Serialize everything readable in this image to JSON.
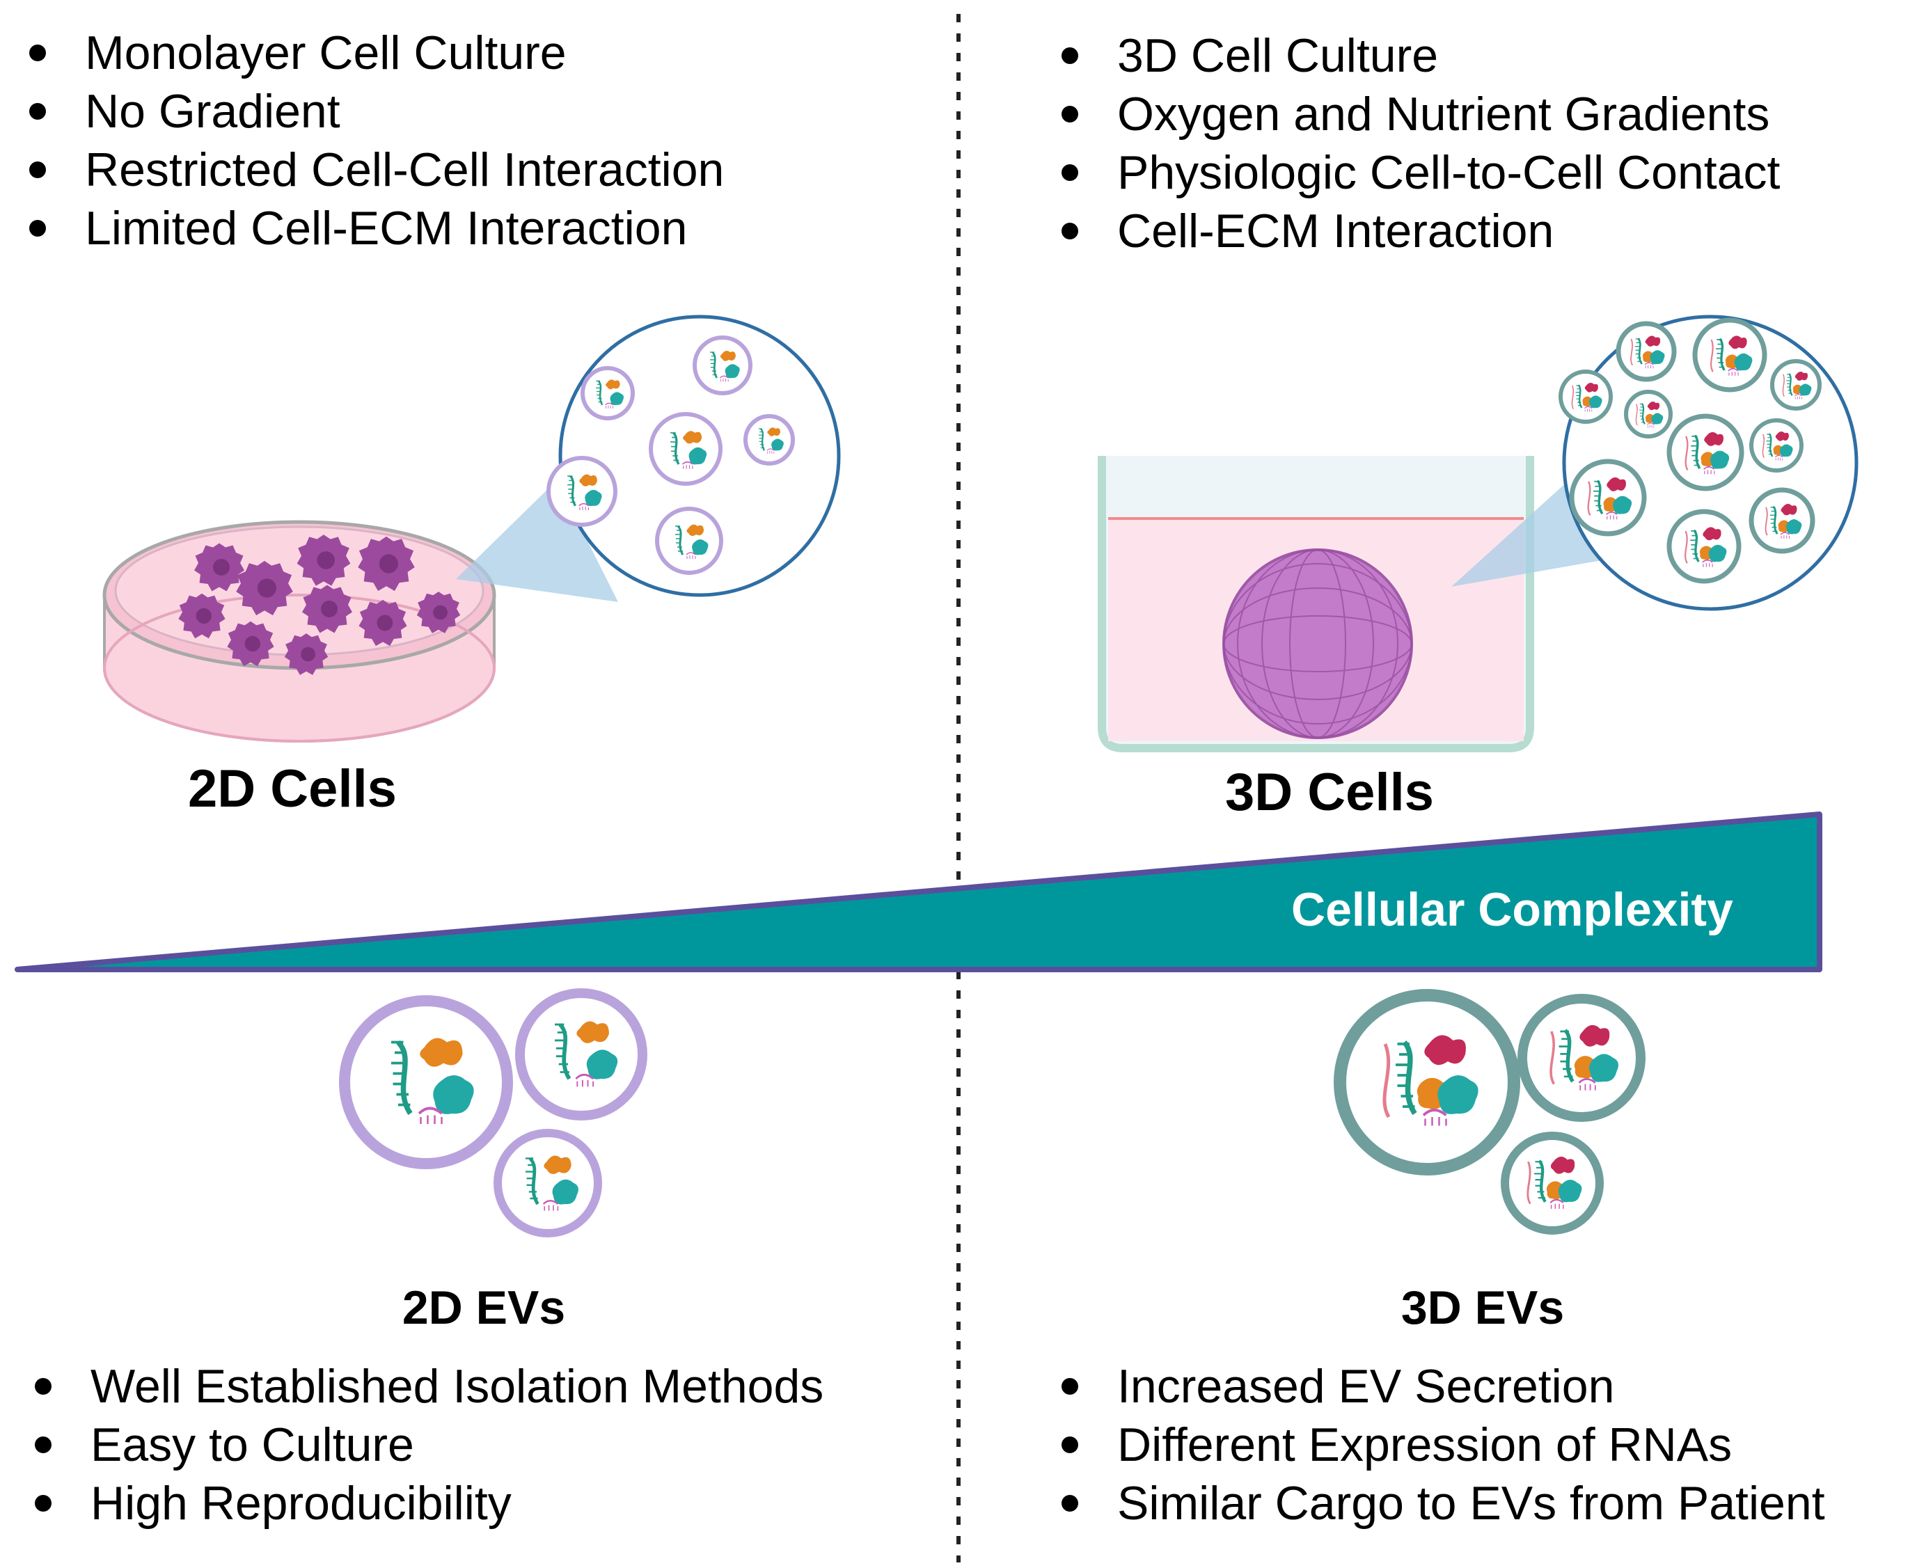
{
  "top_left": {
    "bullets": [
      "Monolayer Cell Culture",
      "No Gradient",
      "Restricted Cell-Cell Interaction",
      "Limited Cell-ECM Interaction"
    ],
    "label": "2D Cells"
  },
  "top_right": {
    "bullets": [
      "3D Cell Culture",
      "Oxygen and Nutrient Gradients",
      "Physiologic Cell-to-Cell Contact",
      "Cell-ECM Interaction"
    ],
    "label": "3D Cells"
  },
  "arrow": {
    "label": "Cellular Complexity"
  },
  "bottom_left": {
    "label": "2D EVs",
    "bullets": [
      "Well Established Isolation Methods",
      "Easy to Culture",
      "High Reproducibility"
    ]
  },
  "bottom_right": {
    "label": "3D EVs",
    "bullets": [
      "Increased EV Secretion",
      "Different Expression of RNAs",
      "Similar Cargo to EVs from Patient"
    ]
  },
  "colors": {
    "teal": "#00979c",
    "arrow_edge": "#5a4f9c",
    "purple_cell": "#9c4a9e",
    "ev_2d_border": "#b9a3dc",
    "ev_3d_border": "#6f9e9c",
    "orange": "#e5861e",
    "cyan": "#22a9a6",
    "crimson": "#c42a58"
  }
}
